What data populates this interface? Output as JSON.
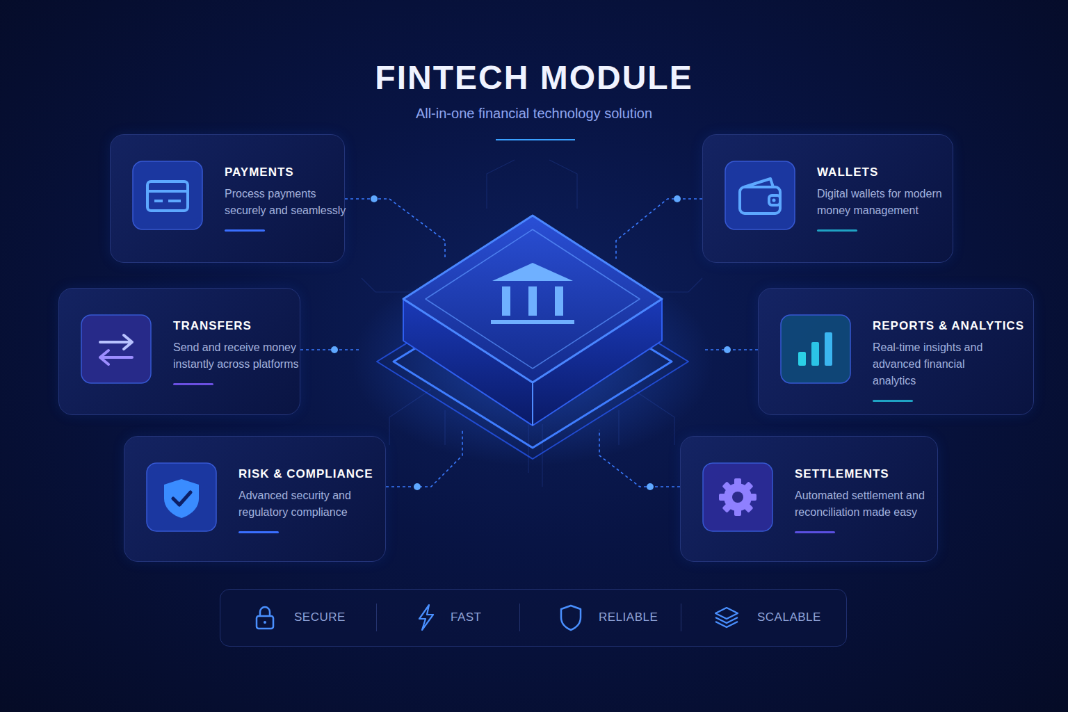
{
  "diagram": {
    "title": "FINTECH MODULE",
    "nodes": [
      {
        "text": [
          "PAYMENTS",
          "Process payments securely and seamlessly"
        ]
      },
      {
        "text": [
          "WALLETS",
          "Digital wallets for modern money management"
        ]
      },
      {
        "text": [
          "TRANSFERS",
          "Send and receive money instantly across platforms"
        ]
      },
      {
        "text": [
          "REPORTS & ANALYTICS",
          "Real-time insights and advanced financial analytics"
        ]
      },
      {
        "text": [
          "RISK & COMPLIANCE",
          "Advanced security and regulatory compliance"
        ]
      },
      {
        "text": [
          "SETTLEMENTS",
          "Automated settlement and reconciliation made easy"
        ]
      },
      {
        "text": [
          "SECURE",
          "FAST",
          "RELIABLE",
          "SCALABLE"
        ]
      }
    ],
    "labels": [
      "All-in-one financial technology solution"
    ]
  }
}
